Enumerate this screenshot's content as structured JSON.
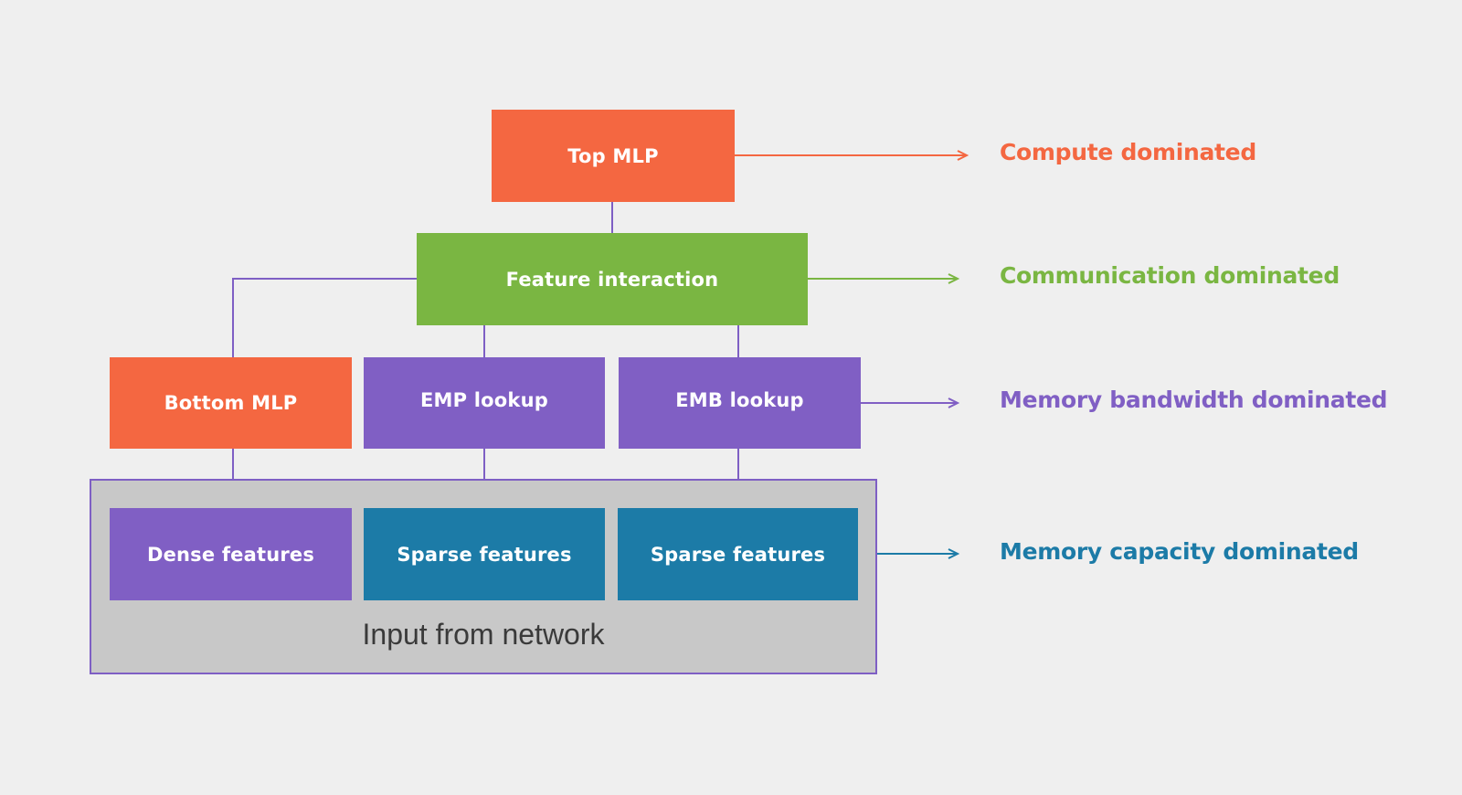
{
  "diagram": {
    "nodes": {
      "top_mlp": "Top MLP",
      "feature_interaction": "Feature interaction",
      "bottom_mlp": "Bottom MLP",
      "emp_lookup": "EMP lookup",
      "emb_lookup": "EMB lookup",
      "dense_features": "Dense features",
      "sparse_features_1": "Sparse features",
      "sparse_features_2": "Sparse features"
    },
    "input_caption": "Input from network",
    "categories": {
      "compute": "Compute dominated",
      "communication": "Communication dominated",
      "memory_bandwidth": "Memory bandwidth dominated",
      "memory_capacity": "Memory capacity dominated"
    },
    "colors": {
      "orange": "#f46741",
      "green": "#7ab642",
      "purple": "#805fc4",
      "blue": "#1c7ba7",
      "connector": "#7e5fc4"
    }
  }
}
